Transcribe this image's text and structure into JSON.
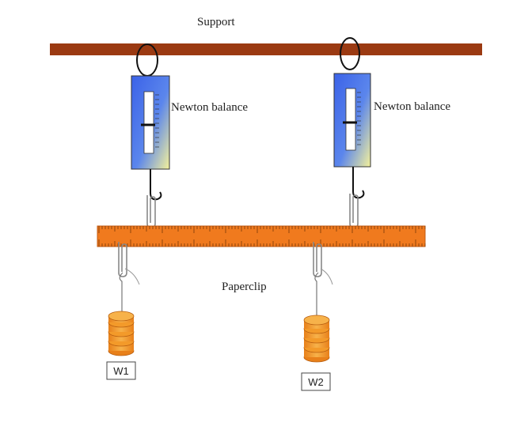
{
  "labels": {
    "support": "Support",
    "balance_left": "Newton balance",
    "balance_right": "Newton balance",
    "paperclip": "Paperclip",
    "weight_left": "W1",
    "weight_right": "W2"
  },
  "colors": {
    "support_bar": "#9b3a12",
    "ruler": "#f07a1e",
    "weight": "#f39a2a",
    "balance_blue": "#3b62e8",
    "balance_yellow": "#f5f29a"
  },
  "icons": {
    "hanger": "loop-icon",
    "hook": "hook-icon",
    "clip": "paperclip-icon",
    "weight": "stacked-weight-icon"
  }
}
